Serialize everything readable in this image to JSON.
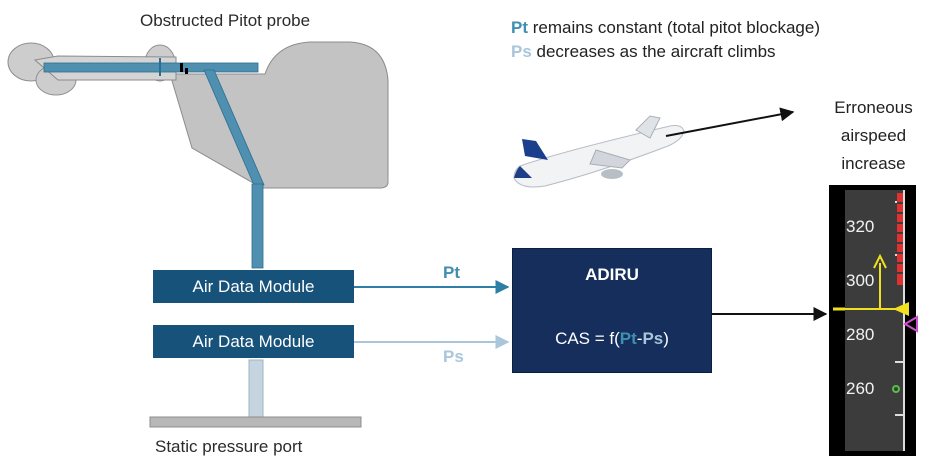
{
  "probe_label": "Obstructed Pitot probe",
  "static_label": "Static pressure port",
  "legend": {
    "pt_symbol": "Pt",
    "pt_text": " remains constant (total pitot blockage)",
    "ps_symbol": "Ps",
    "ps_text": " decreases as the aircraft climbs"
  },
  "modules": {
    "top_label": "Air Data Module",
    "bottom_label": "Air Data Module"
  },
  "arrows": {
    "pt_label": "Pt",
    "ps_label": "Ps"
  },
  "adiru": {
    "title": "ADIRU",
    "formula_prefix": "CAS = f(",
    "formula_pt": "Pt",
    "formula_dash": "-",
    "formula_ps": "Ps",
    "formula_suffix": ")"
  },
  "airspeed": {
    "caption_line1": "Erroneous",
    "caption_line2": "airspeed",
    "caption_line3": "increase",
    "ticks": [
      "320",
      "300",
      "280",
      "260"
    ]
  },
  "colors": {
    "module_blue": "#16527a",
    "adiru_navy": "#152e5c",
    "pt_blue": "#3f8fb0",
    "ps_light_blue": "#a9c6da",
    "probe_gray": "#c3c3c3",
    "speed_tape_bg": "#3c3c3c",
    "overspeed_red": "#e03030",
    "trend_yellow": "#f0e020",
    "target_magenta": "#d04fd0",
    "marker_green": "#56c04a"
  }
}
